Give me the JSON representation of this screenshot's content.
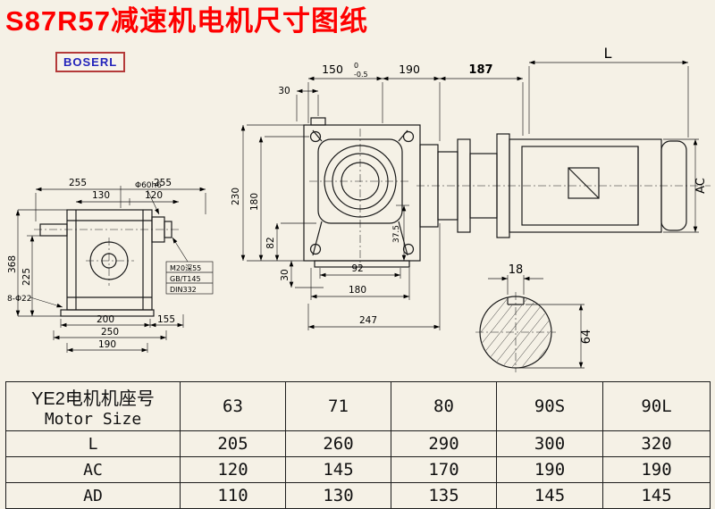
{
  "page": {
    "title": "S87R57减速机电机尺寸图纸",
    "logo": "BOSERL"
  },
  "dims": {
    "left_view": {
      "top1": "255",
      "top2": "255",
      "mid1": "130",
      "mid2": "120",
      "height_total": "368",
      "height_lower": "225",
      "bottom1": "200",
      "bottom2": "155",
      "bottom3": "250",
      "bottom4": "190",
      "holes": "8-Φ22",
      "note1": "M20深55",
      "note2": "GB/T145",
      "note3": "DIN332",
      "shaft_dia": "Φ60h6"
    },
    "front_view": {
      "offset_top": "30",
      "width_main": "150",
      "tol_up": "0",
      "tol_dn": "-0.5",
      "width_side": "190",
      "height_total": "230",
      "height_flange": "180",
      "height_low": "82",
      "height_foot": "30",
      "depth": "37.5",
      "bottom_w1": "92",
      "bottom_w2": "180",
      "bottom_w3": "247"
    },
    "motor": {
      "adapter_len": "187",
      "length": "L",
      "diameter": "AC"
    },
    "shaft_section": {
      "key_width": "18",
      "height": "64"
    }
  },
  "table": {
    "header_cn": "YE2电机机座号",
    "header_en": "Motor Size",
    "sizes": [
      "63",
      "71",
      "80",
      "90S",
      "90L"
    ],
    "rows": [
      {
        "label": "L",
        "values": [
          "205",
          "260",
          "290",
          "300",
          "320"
        ]
      },
      {
        "label": "AC",
        "values": [
          "120",
          "145",
          "170",
          "190",
          "190"
        ]
      },
      {
        "label": "AD",
        "values": [
          "110",
          "130",
          "135",
          "145",
          "145"
        ]
      }
    ]
  }
}
